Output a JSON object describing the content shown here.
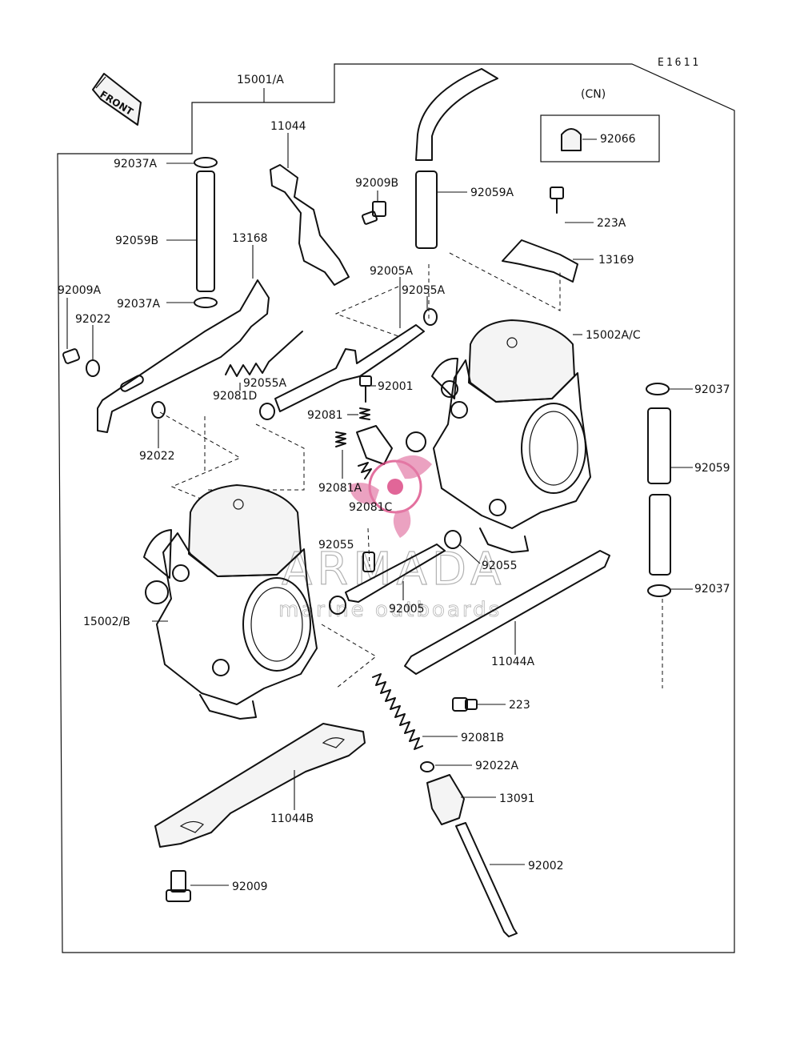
{
  "diagram_code": "E1611",
  "front_marker": "FRONT",
  "variant_label": "(CN)",
  "watermark": {
    "brand": "ARMADA",
    "tagline": "marine outboards",
    "color": "#d9407e"
  },
  "parts": {
    "p15001A": "15001/A",
    "p11044": "11044",
    "p92066": "92066",
    "p92037A_top": "92037A",
    "p92009B": "92009B",
    "p92059A": "92059A",
    "p223A": "223A",
    "p92059B": "92059B",
    "p13168": "13168",
    "p13169": "13169",
    "p92005A": "92005A",
    "p92009A": "92009A",
    "p92037A_bot": "92037A",
    "p92055A_top": "92055A",
    "p92022_top": "92022",
    "p15002AC": "15002A/C",
    "p92037_top": "92037",
    "p92001": "92001",
    "p92055A_mid": "92055A",
    "p92081D": "92081D",
    "p92081": "92081",
    "p92022_mid": "92022",
    "p92059": "92059",
    "p92081A": "92081A",
    "p92081C": "92081C",
    "p92055_left": "92055",
    "p92055_right": "92055",
    "p92037_bot": "92037",
    "p92005": "92005",
    "p15002B": "15002/B",
    "p11044A": "11044A",
    "p223": "223",
    "p92081B": "92081B",
    "p92022A": "92022A",
    "p13091": "13091",
    "p11044B": "11044B",
    "p92002": "92002",
    "p92009": "92009"
  }
}
